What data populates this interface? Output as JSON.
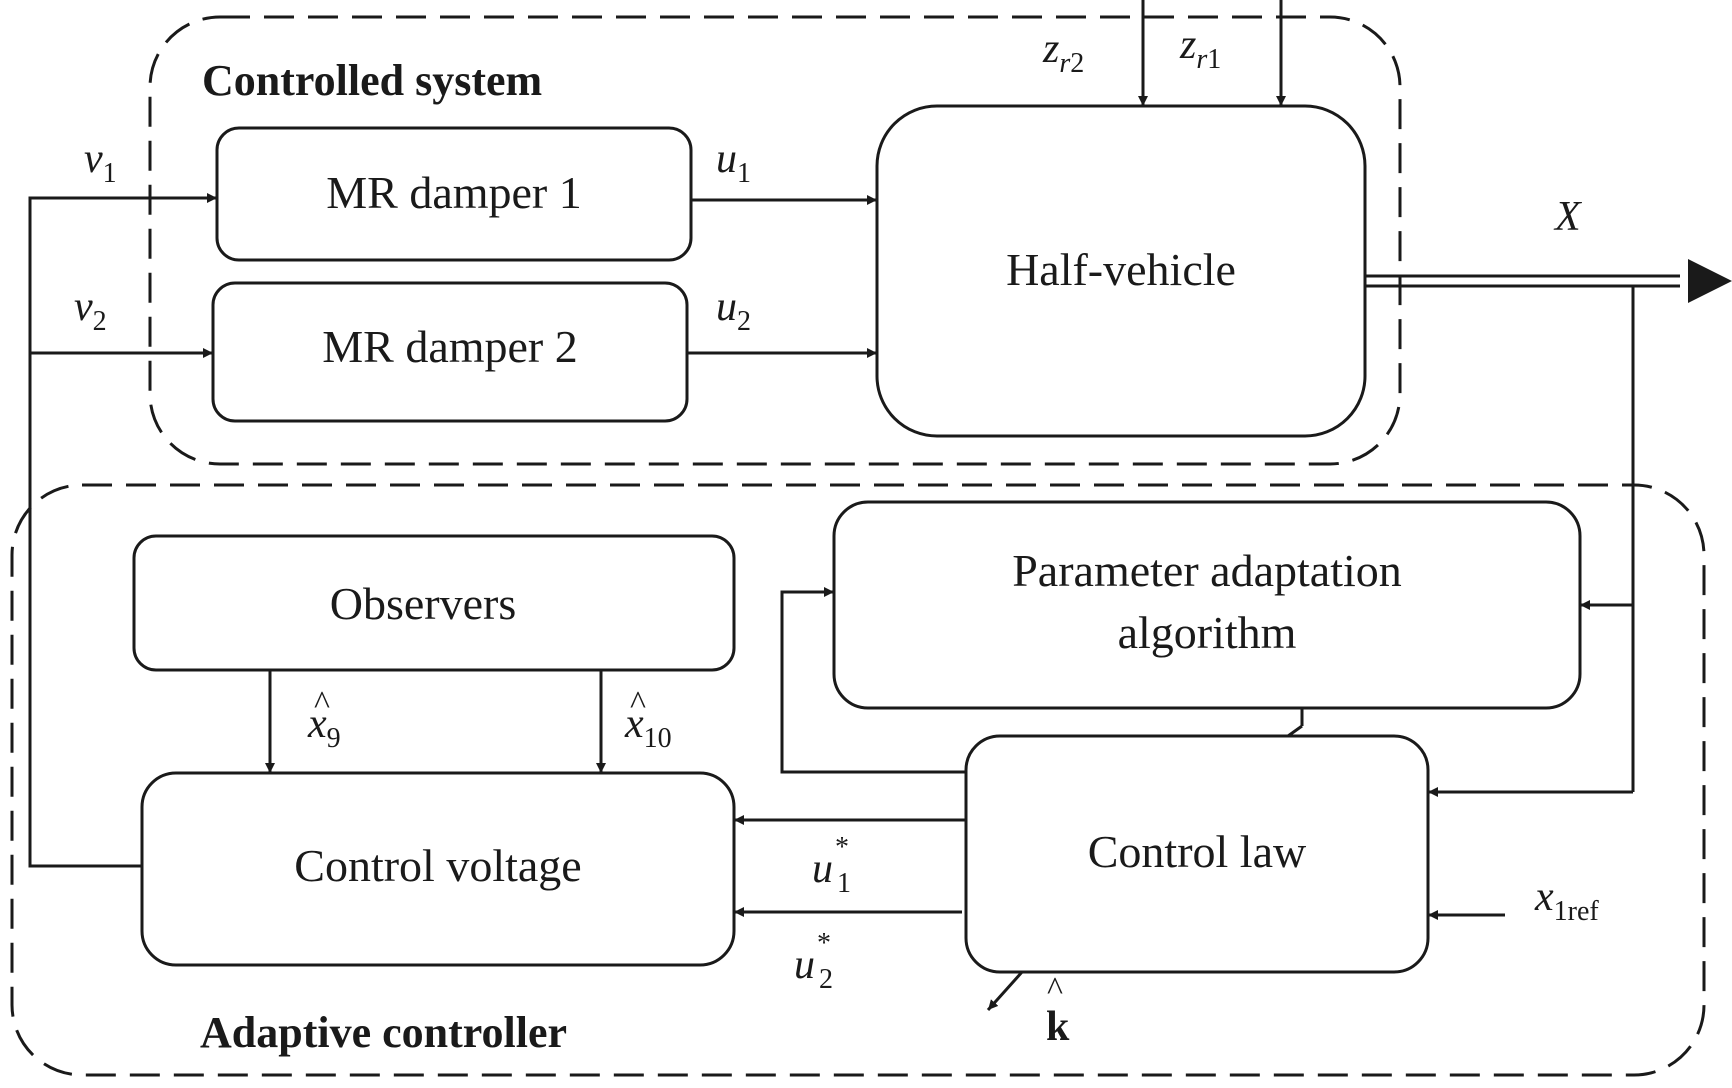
{
  "groups": {
    "controlled_system": "Controlled system",
    "adaptive_controller": "Adaptive controller"
  },
  "blocks": {
    "mr_damper_1": "MR damper 1",
    "mr_damper_2": "MR damper 2",
    "half_vehicle": "Half-vehicle",
    "observers": "Observers",
    "parameter_adaptation_line1": "Parameter adaptation",
    "parameter_adaptation_line2": "algorithm",
    "control_voltage": "Control voltage",
    "control_law": "Control law"
  },
  "signals": {
    "v1": {
      "base": "v",
      "sub": "1"
    },
    "v2": {
      "base": "v",
      "sub": "2"
    },
    "u1": {
      "base": "u",
      "sub": "1"
    },
    "u2": {
      "base": "u",
      "sub": "2"
    },
    "zr2": {
      "base": "z",
      "sub_italic": "r",
      "sub": "2"
    },
    "zr1": {
      "base": "z",
      "sub_italic": "r",
      "sub": "1"
    },
    "X": "X",
    "x9_hat": {
      "hat": "^",
      "base": "x",
      "sub": "9"
    },
    "x10_hat": {
      "hat": "^",
      "base": "x",
      "sub": "10"
    },
    "u1_star": {
      "base": "u",
      "sub": "1",
      "sup": "*"
    },
    "u2_star": {
      "base": "u",
      "sub": "2",
      "sup": "*"
    },
    "x1ref": {
      "base": "x",
      "sub": "1ref"
    },
    "k_hat": {
      "hat": "^",
      "base": "k"
    }
  }
}
